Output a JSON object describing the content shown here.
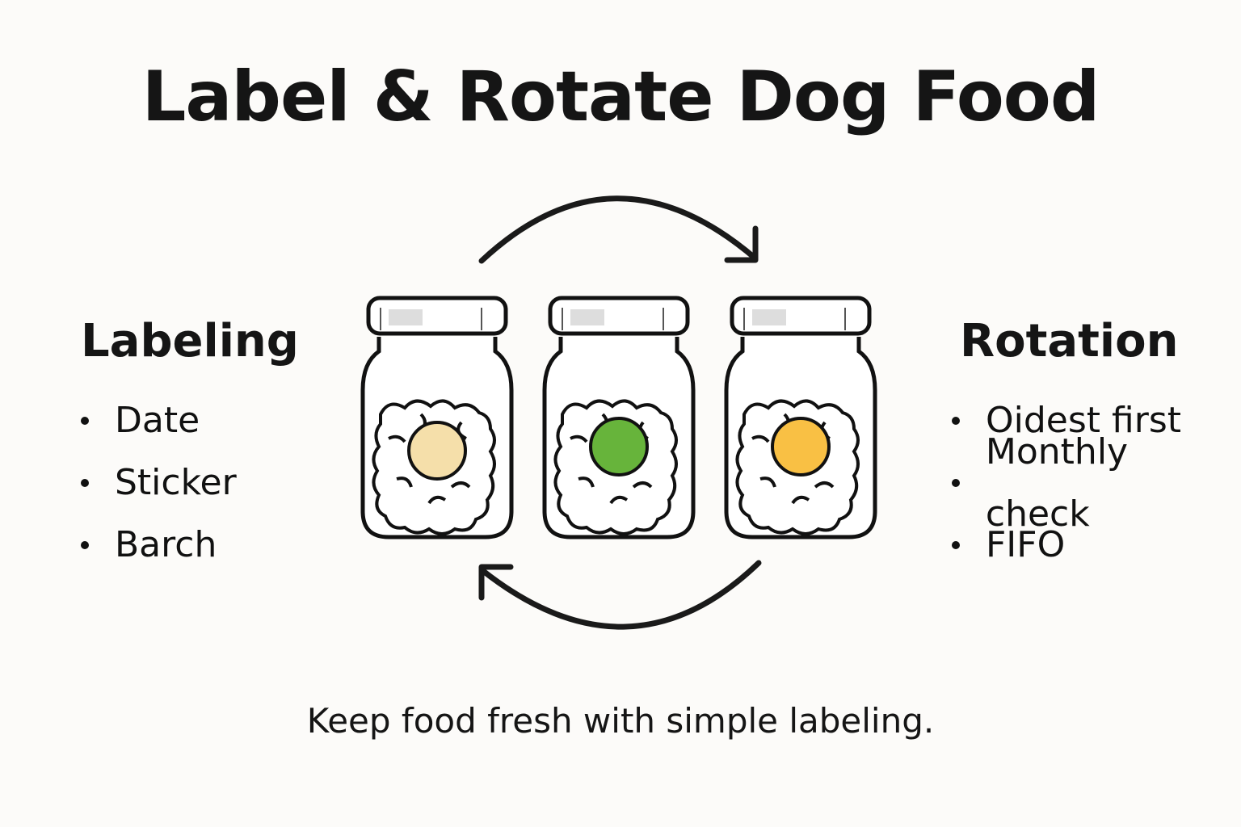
{
  "title": "Label & Rotate Dog Food",
  "labeling": {
    "heading": "Labeling",
    "items": [
      "Date",
      "Sticker",
      "Barch"
    ]
  },
  "rotation": {
    "heading": "Rotation",
    "items": [
      "Oidest first",
      "Monthly check",
      "FIFO"
    ]
  },
  "jars": [
    {
      "label_color": "#f5dfaa"
    },
    {
      "label_color": "#67b43b"
    },
    {
      "label_color": "#f9c044"
    }
  ],
  "arrows": {
    "top": "arrow-right-curved",
    "bottom": "arrow-left-curved"
  },
  "footer": "Keep food fresh with simple labeling."
}
